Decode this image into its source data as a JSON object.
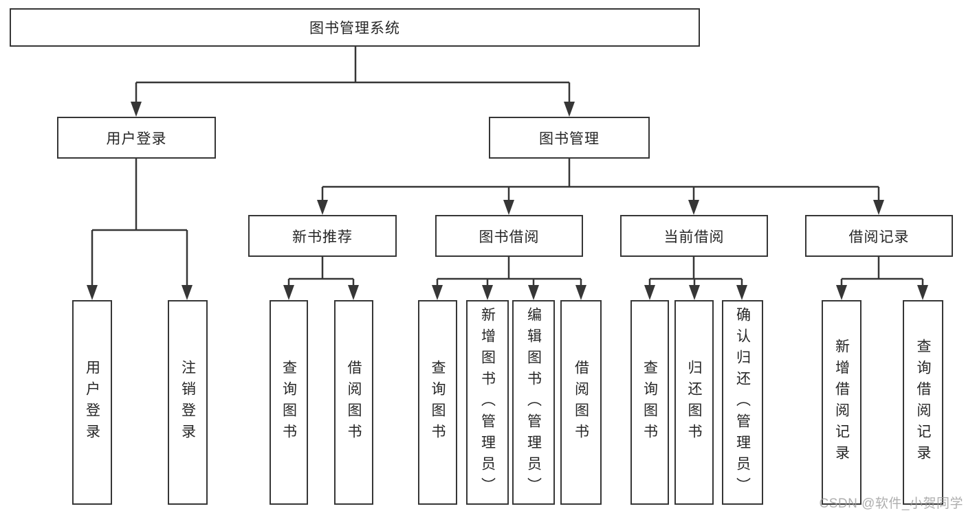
{
  "tree": {
    "root": {
      "label": "图书管理系统"
    },
    "level2": [
      {
        "label": "用户登录",
        "children": [
          {
            "label": "用户登录"
          },
          {
            "label": "注销登录"
          }
        ]
      },
      {
        "label": "图书管理",
        "children": [
          {
            "label": "新书推荐",
            "children": [
              {
                "label": "查询图书"
              },
              {
                "label": "借阅图书"
              }
            ]
          },
          {
            "label": "图书借阅",
            "children": [
              {
                "label": "查询图书"
              },
              {
                "label": "新增图书（管理员）"
              },
              {
                "label": "编辑图书（管理员）"
              },
              {
                "label": "借阅图书"
              }
            ]
          },
          {
            "label": "当前借阅",
            "children": [
              {
                "label": "查询图书"
              },
              {
                "label": "归还图书"
              },
              {
                "label": "确认归还（管理员）"
              }
            ]
          },
          {
            "label": "借阅记录",
            "children": [
              {
                "label": "新增借阅记录"
              },
              {
                "label": "查询借阅记录"
              }
            ]
          }
        ]
      }
    ]
  },
  "watermark": {
    "text": "CSDN @软件_小贺同学"
  },
  "colors": {
    "line": "#363636",
    "box_border": "#363636",
    "text": "#262626",
    "background": "#ffffff",
    "watermark": "#9b9b9b"
  }
}
